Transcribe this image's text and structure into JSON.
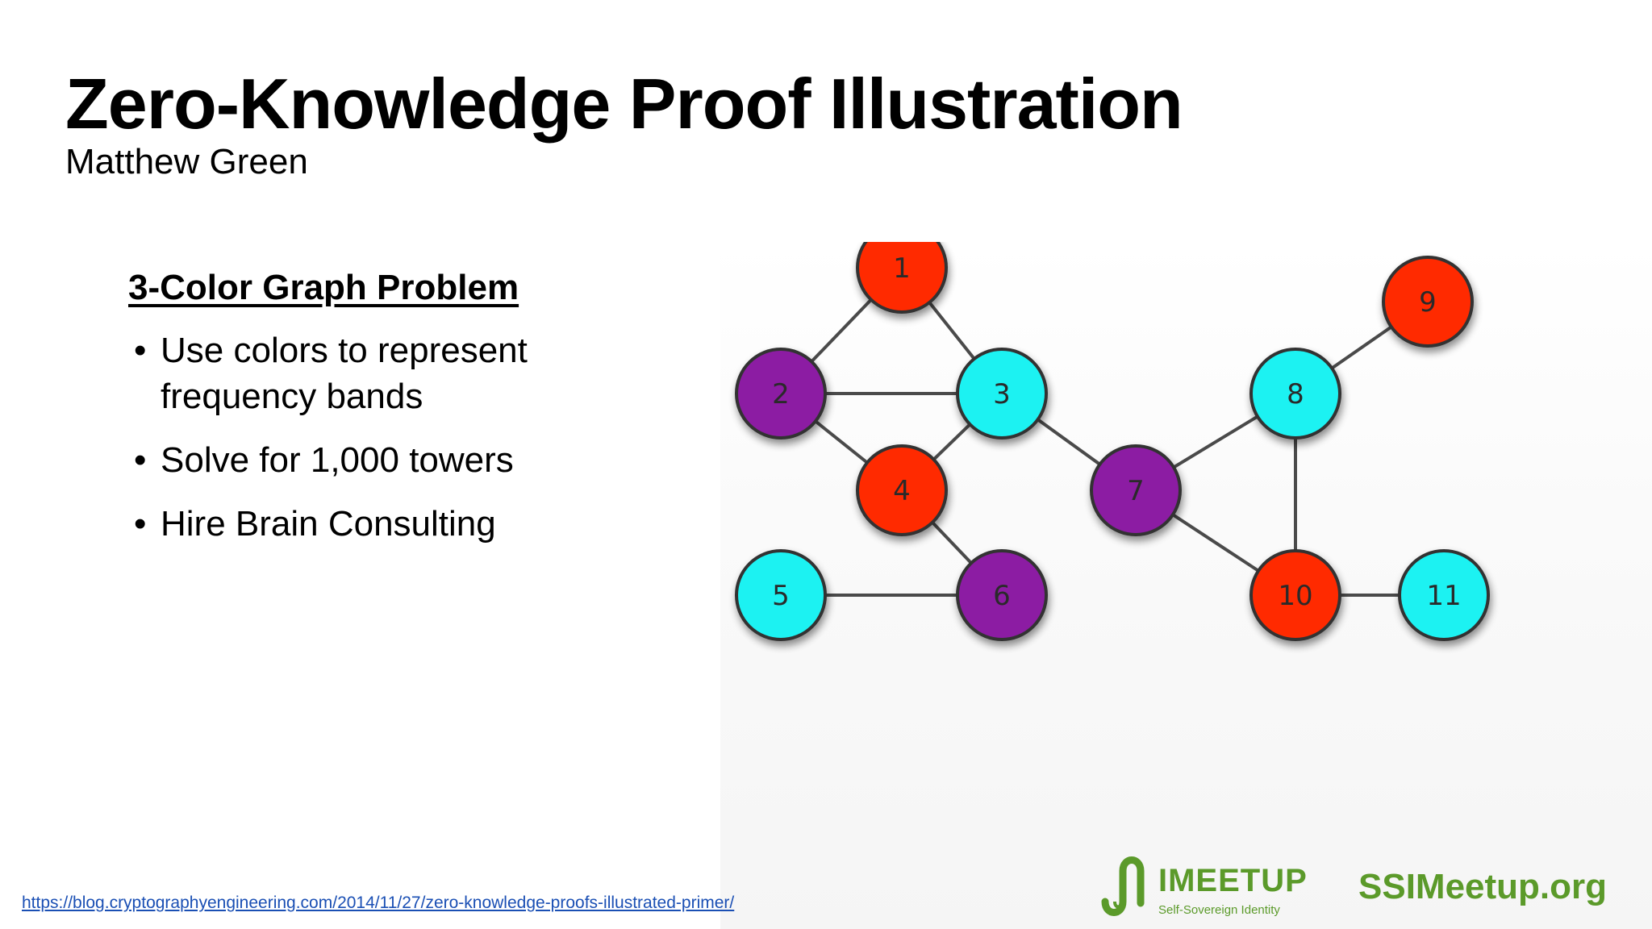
{
  "slide": {
    "title": "Zero-Knowledge Proof Illustration",
    "subtitle": "Matthew Green",
    "section_heading": "3-Color Graph Problem",
    "bullets": [
      {
        "line1": "Use colors to represent",
        "line2": "frequency bands"
      },
      {
        "line1": "Solve for 1,000 towers",
        "line2": ""
      },
      {
        "line1": "Hire Brain Consulting",
        "line2": ""
      }
    ],
    "source_url": "https://blog.cryptographyengineering.com/2014/11/27/zero-knowledge-proofs-illustrated-primer/"
  },
  "graph": {
    "colors": {
      "red": "#ff2a00",
      "cyan": "#1ff2f2",
      "purple": "#8c1ea3"
    },
    "nodes": [
      {
        "id": "1",
        "color": "red"
      },
      {
        "id": "2",
        "color": "purple"
      },
      {
        "id": "3",
        "color": "cyan"
      },
      {
        "id": "4",
        "color": "red"
      },
      {
        "id": "5",
        "color": "cyan"
      },
      {
        "id": "6",
        "color": "purple"
      },
      {
        "id": "7",
        "color": "purple"
      },
      {
        "id": "8",
        "color": "cyan"
      },
      {
        "id": "9",
        "color": "red"
      },
      {
        "id": "10",
        "color": "red"
      },
      {
        "id": "11",
        "color": "cyan"
      }
    ],
    "edges": [
      [
        "1",
        "2"
      ],
      [
        "1",
        "3"
      ],
      [
        "2",
        "3"
      ],
      [
        "2",
        "4"
      ],
      [
        "3",
        "4"
      ],
      [
        "4",
        "6"
      ],
      [
        "5",
        "6"
      ],
      [
        "3",
        "7"
      ],
      [
        "7",
        "8"
      ],
      [
        "7",
        "10"
      ],
      [
        "8",
        "9"
      ],
      [
        "8",
        "10"
      ],
      [
        "10",
        "11"
      ]
    ]
  },
  "footer": {
    "logo_word": "IMEETUP",
    "logo_tagline": "Self-Sovereign Identity",
    "site_name": "SSIMeetup.org",
    "brand_color": "#5b9a2a"
  }
}
